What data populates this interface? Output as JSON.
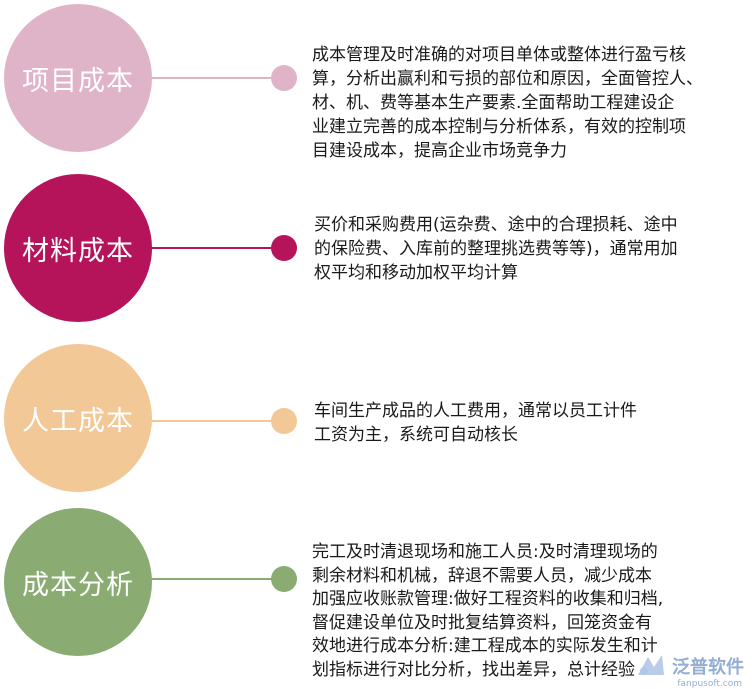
{
  "items": [
    {
      "title": "项目成本",
      "color": "#e0b4c8",
      "lines": [
        "成本管理及时准确的对项目单体或整体进行盈亏核",
        "算，分析出赢利和亏损的部位和原因，全面管控人、",
        "材、机、费等基本生产要素.全面帮助工程建设企",
        "业建立完善的成本控制与分析体系，有效的控制项",
        "目建设成本，提高企业市场竞争力"
      ]
    },
    {
      "title": "材料成本",
      "color": "#b5145a",
      "lines": [
        "买价和采购费用(运杂费、途中的合理损耗、途中",
        "的保险费、入库前的整理挑选费等等)，通常用加",
        "权平均和移动加权平均计算"
      ]
    },
    {
      "title": "人工成本",
      "color": "#f2c896",
      "lines": [
        "车间生产成品的人工费用，通常以员工计件",
        "工资为主，系统可自动核长"
      ]
    },
    {
      "title": "成本分析",
      "color": "#8aab72",
      "lines": [
        "完工及时清退现场和施工人员:及时清理现场的",
        "剩余材料和机械，辞退不需要人员，减少成本",
        "加强应收账款管理:做好工程资料的收集和归档,",
        "督促建设单位及时批复结算资料，回笼资金有",
        "效地进行成本分析:建工程成本的实际发生和计",
        "划指标进行对比分析，找出差异，总计经验"
      ]
    }
  ],
  "watermark": {
    "text": "泛普软件",
    "sub": "fanpusoft.com"
  }
}
